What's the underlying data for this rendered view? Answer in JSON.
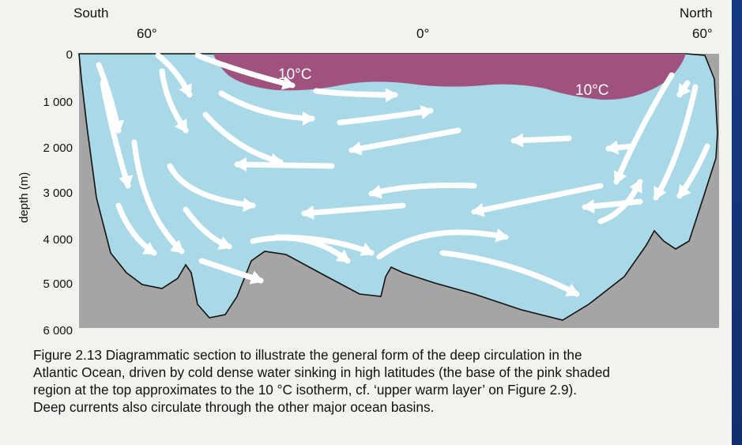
{
  "labels": {
    "south": "South",
    "north": "North",
    "lat_left": "60°",
    "lat_center": "0°",
    "lat_right": "60°",
    "axis_label": "depth (m)",
    "depth_ticks": [
      "0",
      "1 000",
      "2 000",
      "3 000",
      "4 000",
      "5 000",
      "6 000"
    ],
    "warm_left": "10°C",
    "warm_right": "10°C"
  },
  "caption": {
    "line1": "Figure 2.13   Diagrammatic section to illustrate the general form of the deep circulation in the",
    "line2": "Atlantic Ocean, driven by cold dense water sinking in high latitudes (the base of the pink shaded",
    "line3": "region at the top approximates to the 10 °C isotherm, cf. ‘upper warm layer’ on Figure 2.9).",
    "line4": "Deep currents also circulate through the other major ocean basins."
  },
  "colors": {
    "water": "#a9d8e6",
    "warm_layer": "#a0527f",
    "seafloor": "#a5a5a5",
    "arrows": "#ffffff",
    "background_panel": "#f2f2ef"
  }
}
